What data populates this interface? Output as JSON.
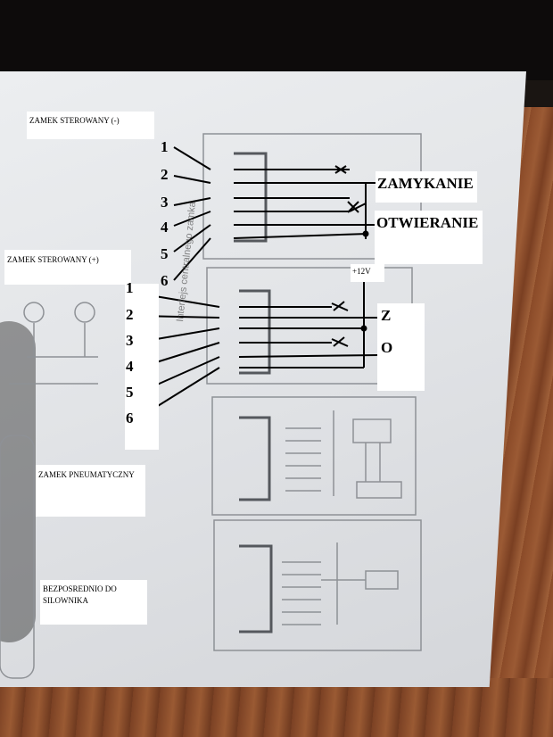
{
  "labels": {
    "zamek_minus": "ZAMEK STEROWANY (-)",
    "zamek_plus": "ZAMEK STEROWANY (+)",
    "zamek_pneumatyczny": "ZAMEK PNEUMATYCZNY",
    "bezposrednio": "BEZPOSREDNIO DO SILOWNIKA",
    "zamykanie": "ZAMYKANIE",
    "otwieranie": "OTWIERANIE",
    "plus12v": "+12V",
    "z": "Z",
    "o": "O"
  },
  "numbers_top": [
    "1",
    "2",
    "3",
    "4",
    "5",
    "6"
  ],
  "numbers_bottom": [
    "1",
    "2",
    "3",
    "4",
    "5",
    "6"
  ],
  "colors": {
    "paper": "#e4e6e9",
    "ink": "#000000",
    "faint_ink": "#7a7d82",
    "desk": "#8a4a28"
  }
}
